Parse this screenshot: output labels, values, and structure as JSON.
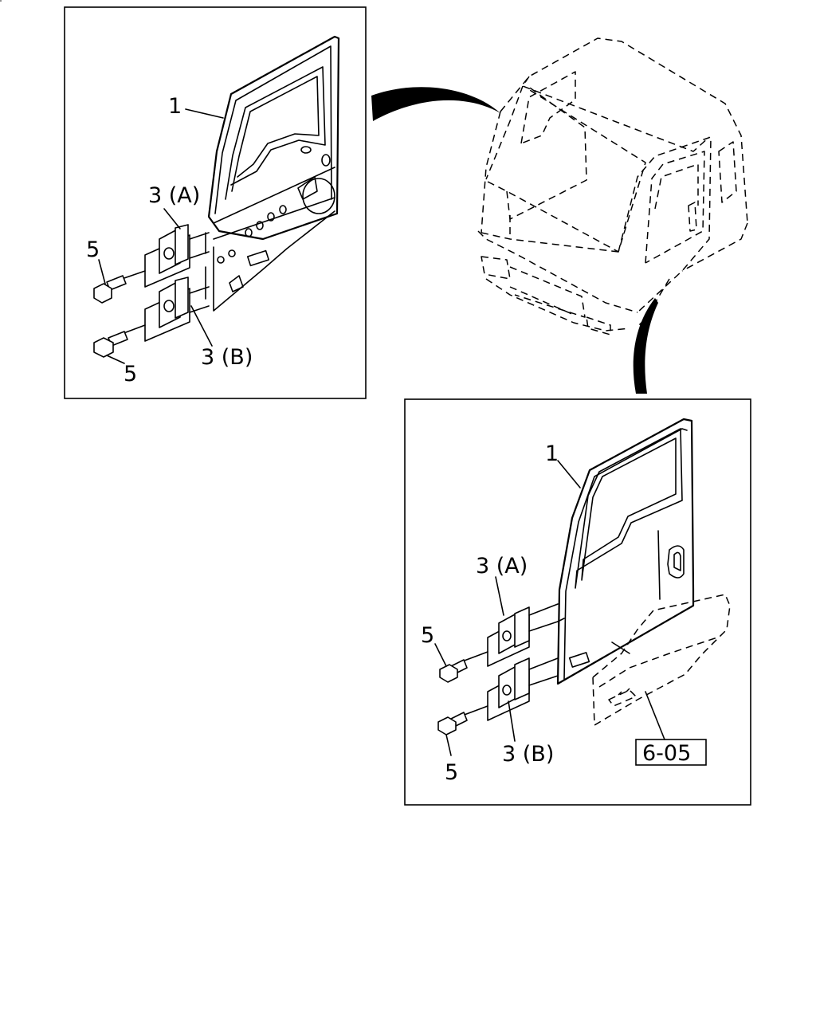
{
  "callouts": {
    "left": {
      "door": "1",
      "hinge_upper": "3 (A)",
      "hinge_lower": "3 (B)",
      "bolt_upper": "5",
      "bolt_lower": "5"
    },
    "right": {
      "door": "1",
      "hinge_upper": "3 (A)",
      "hinge_lower": "3 (B)",
      "bolt_upper": "5",
      "bolt_lower": "5",
      "reference": "6-05"
    }
  }
}
